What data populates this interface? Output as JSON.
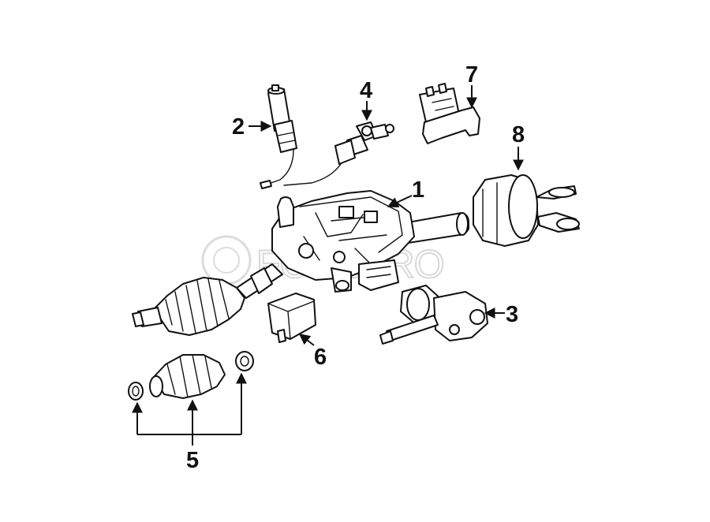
{
  "watermark": "FCPEURO",
  "callouts": [
    {
      "id": "1",
      "label": "1"
    },
    {
      "id": "2",
      "label": "2"
    },
    {
      "id": "3",
      "label": "3"
    },
    {
      "id": "4",
      "label": "4"
    },
    {
      "id": "5",
      "label": "5"
    },
    {
      "id": "6",
      "label": "6"
    },
    {
      "id": "7",
      "label": "7"
    },
    {
      "id": "8",
      "label": "8"
    }
  ],
  "colors": {
    "line": "#111111",
    "background": "#ffffff",
    "watermark": "#d9d9d9"
  }
}
